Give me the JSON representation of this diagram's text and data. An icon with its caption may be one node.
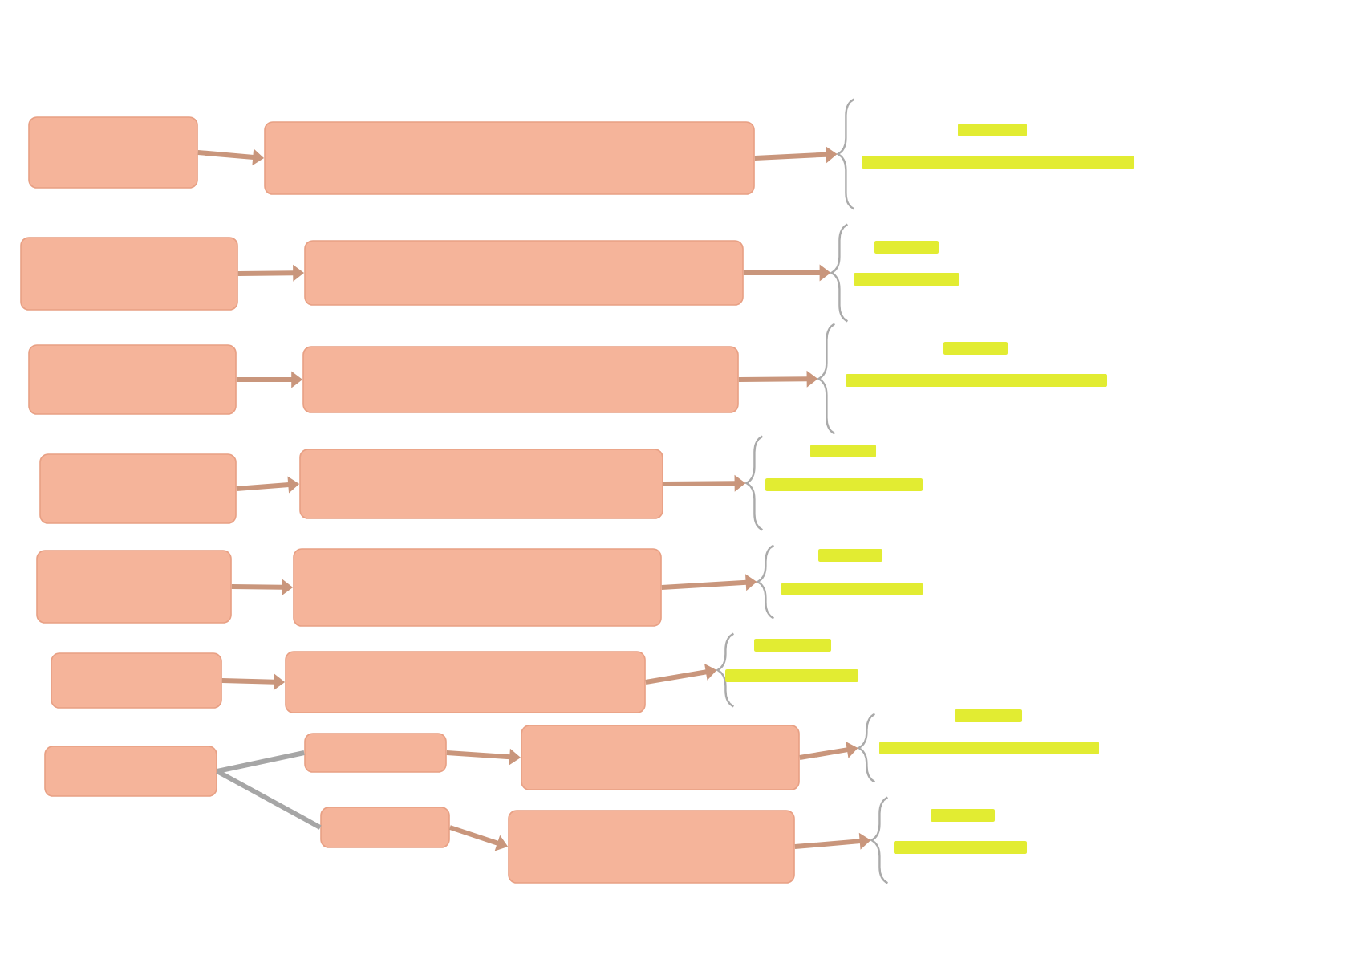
{
  "diagram": {
    "nodes": [
      {
        "text": [],
        "shape": "box"
      },
      {
        "text": [],
        "shape": "box"
      },
      {
        "text": [],
        "shape": "brace"
      },
      {
        "text": [],
        "shape": "bar"
      },
      {
        "text": [],
        "shape": "bar"
      },
      {
        "text": [],
        "shape": "box"
      },
      {
        "text": [],
        "shape": "box"
      },
      {
        "text": [],
        "shape": "brace"
      },
      {
        "text": [],
        "shape": "bar"
      },
      {
        "text": [],
        "shape": "bar"
      },
      {
        "text": [],
        "shape": "box"
      },
      {
        "text": [],
        "shape": "box"
      },
      {
        "text": [],
        "shape": "brace"
      },
      {
        "text": [],
        "shape": "bar"
      },
      {
        "text": [],
        "shape": "bar"
      },
      {
        "text": [],
        "shape": "box"
      },
      {
        "text": [],
        "shape": "box"
      },
      {
        "text": [],
        "shape": "brace"
      },
      {
        "text": [],
        "shape": "bar"
      },
      {
        "text": [],
        "shape": "bar"
      },
      {
        "text": [],
        "shape": "box"
      },
      {
        "text": [],
        "shape": "box"
      },
      {
        "text": [],
        "shape": "brace"
      },
      {
        "text": [],
        "shape": "bar"
      },
      {
        "text": [],
        "shape": "bar"
      },
      {
        "text": [],
        "shape": "box"
      },
      {
        "text": [],
        "shape": "box"
      },
      {
        "text": [],
        "shape": "brace"
      },
      {
        "text": [],
        "shape": "bar"
      },
      {
        "text": [],
        "shape": "bar"
      },
      {
        "text": [],
        "shape": "box"
      },
      {
        "text": [],
        "shape": "box"
      },
      {
        "text": [],
        "shape": "box"
      },
      {
        "text": [],
        "shape": "brace"
      },
      {
        "text": [],
        "shape": "bar"
      },
      {
        "text": [],
        "shape": "bar"
      },
      {
        "text": [],
        "shape": "box"
      },
      {
        "text": [],
        "shape": "box"
      },
      {
        "text": [],
        "shape": "brace"
      },
      {
        "text": [],
        "shape": "bar"
      },
      {
        "text": [],
        "shape": "bar"
      }
    ],
    "edges": [
      {
        "from": 0,
        "to": 1,
        "arrow": "to"
      },
      {
        "from": 1,
        "to": 2,
        "arrow": "to"
      },
      {
        "from": 5,
        "to": 6,
        "arrow": "to"
      },
      {
        "from": 6,
        "to": 7,
        "arrow": "to"
      },
      {
        "from": 10,
        "to": 11,
        "arrow": "to"
      },
      {
        "from": 11,
        "to": 12,
        "arrow": "to"
      },
      {
        "from": 15,
        "to": 16,
        "arrow": "to"
      },
      {
        "from": 16,
        "to": 17,
        "arrow": "to"
      },
      {
        "from": 20,
        "to": 21,
        "arrow": "to"
      },
      {
        "from": 21,
        "to": 22,
        "arrow": "to"
      },
      {
        "from": 25,
        "to": 26,
        "arrow": "to"
      },
      {
        "from": 26,
        "to": 27,
        "arrow": "to"
      },
      {
        "from": 30,
        "to": 31,
        "arrow": "none",
        "color": "#a6a6a6"
      },
      {
        "from": 30,
        "to": 36,
        "arrow": "none",
        "color": "#a6a6a6"
      },
      {
        "from": 31,
        "to": 32,
        "arrow": "to"
      },
      {
        "from": 32,
        "to": 33,
        "arrow": "to"
      },
      {
        "from": 36,
        "to": 37,
        "arrow": "to"
      },
      {
        "from": 37,
        "to": 38,
        "arrow": "to"
      }
    ]
  }
}
